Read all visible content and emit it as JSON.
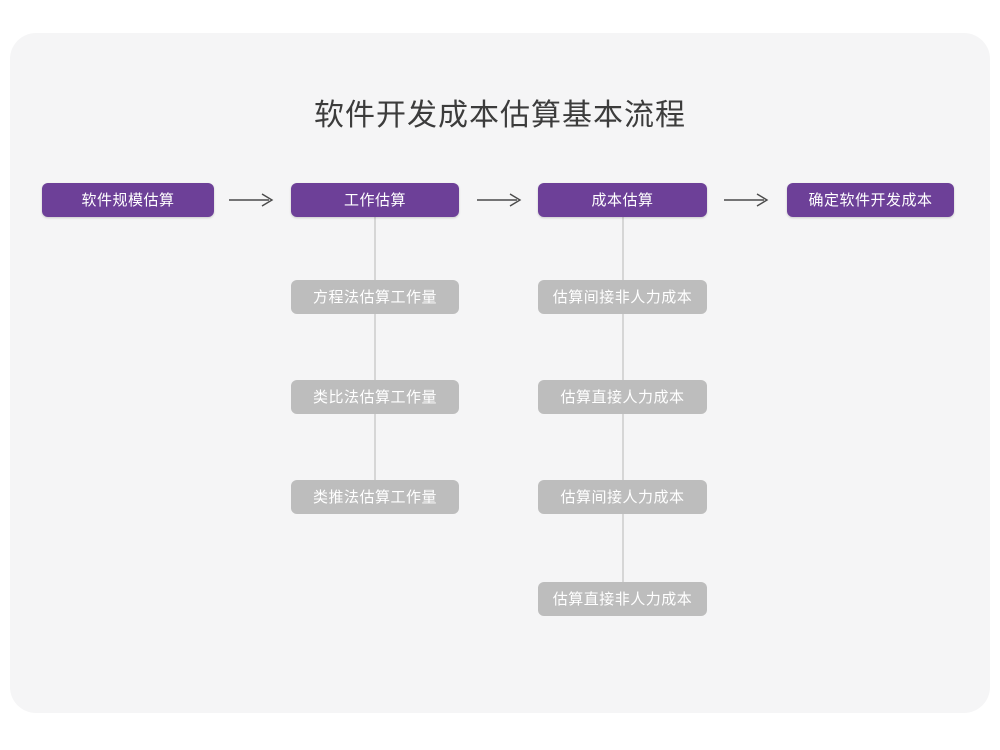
{
  "title": "软件开发成本估算基本流程",
  "colors": {
    "card_background": "#f5f5f6",
    "page_background": "#ffffff",
    "primary_node": "#6d4098",
    "secondary_node": "#bdbdbd",
    "connector_line": "#d6d6d6",
    "arrow": "#4a4a4a",
    "title_text": "#3c3c3c",
    "node_text": "#ffffff"
  },
  "chart_data": {
    "type": "diagram",
    "diagram_kind": "flowchart",
    "title": "软件开发成本估算基本流程",
    "orientation": "left-to-right with vertical sub-branches",
    "stages": [
      {
        "id": "scale",
        "label": "软件规模估算",
        "level": "primary",
        "substeps": []
      },
      {
        "id": "effort",
        "label": "工作估算",
        "level": "primary",
        "substeps": [
          "方程法估算工作量",
          "类比法估算工作量",
          "类推法估算工作量"
        ]
      },
      {
        "id": "cost",
        "label": "成本估算",
        "level": "primary",
        "substeps": [
          "估算间接非人力成本",
          "估算直接人力成本",
          "估算间接人力成本",
          "估算直接非人力成本"
        ]
      },
      {
        "id": "final",
        "label": "确定软件开发成本",
        "level": "primary",
        "substeps": []
      }
    ],
    "connectors": [
      {
        "from": "scale",
        "to": "effort",
        "kind": "arrow-right",
        "glyph": "⟶"
      },
      {
        "from": "effort",
        "to": "cost",
        "kind": "arrow-right",
        "glyph": "⟶"
      },
      {
        "from": "cost",
        "to": "final",
        "kind": "arrow-right",
        "glyph": "⟶"
      },
      {
        "from": "effort",
        "to": "effort-substeps",
        "kind": "vertical-line"
      },
      {
        "from": "cost",
        "to": "cost-substeps",
        "kind": "vertical-line"
      }
    ]
  }
}
